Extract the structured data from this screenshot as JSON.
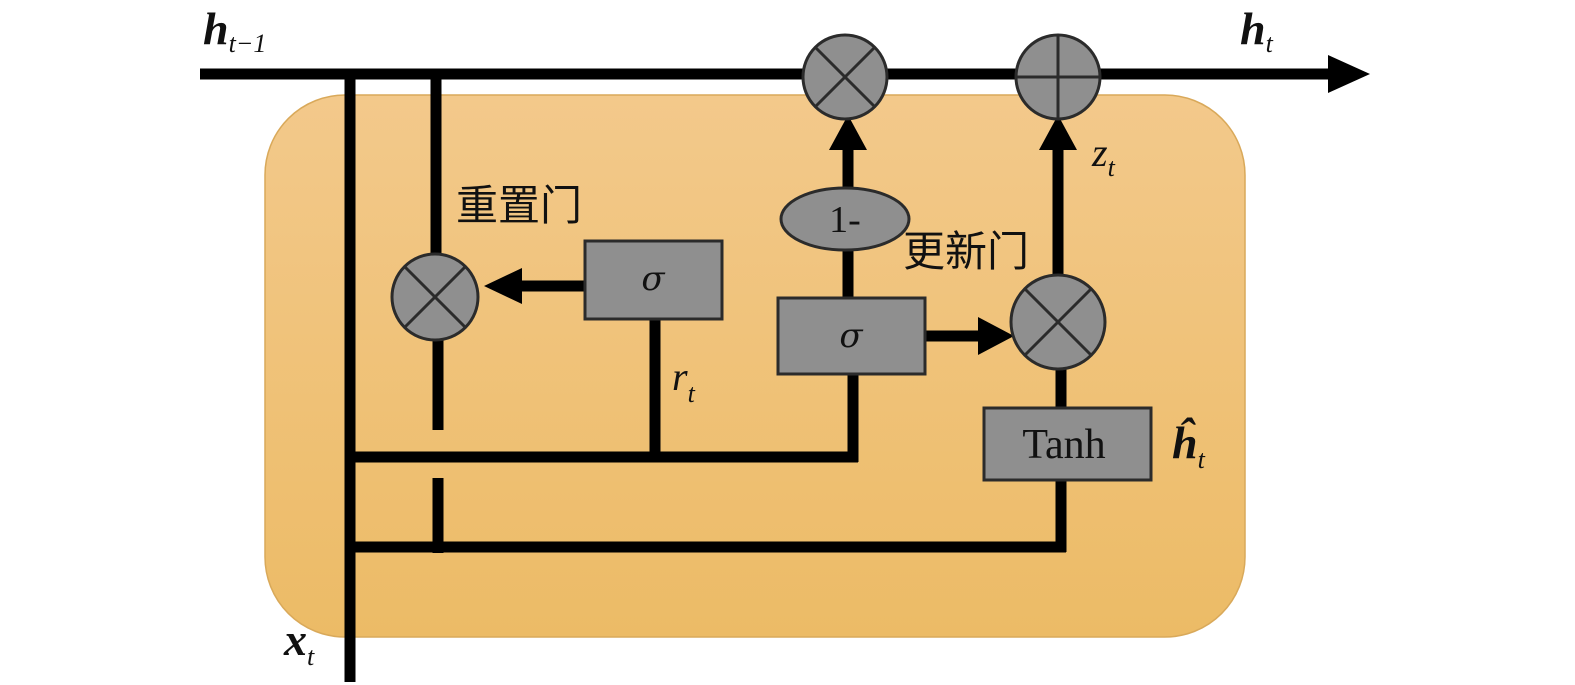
{
  "labels": {
    "h_prev_base": "h",
    "h_prev_sub": "t−1",
    "h_t_base": "h",
    "h_t_sub": "t",
    "x_t_base": "x",
    "x_t_sub": "t",
    "r_t_base": "r",
    "r_t_sub": "t",
    "z_t_base": "z",
    "z_t_sub": "t",
    "h_hat_base": "ĥ",
    "h_hat_sub": "t",
    "reset_gate": "重置门",
    "update_gate": "更新门"
  },
  "boxes": {
    "reset_sigma": "σ",
    "update_sigma": "σ",
    "tanh": "Tanh",
    "one_minus": "1-"
  },
  "colors": {
    "cell_fill_top": "#f3c98b",
    "cell_fill_bottom": "#ecbb66",
    "node_fill": "#8f8f8f",
    "wire": "#000000"
  }
}
